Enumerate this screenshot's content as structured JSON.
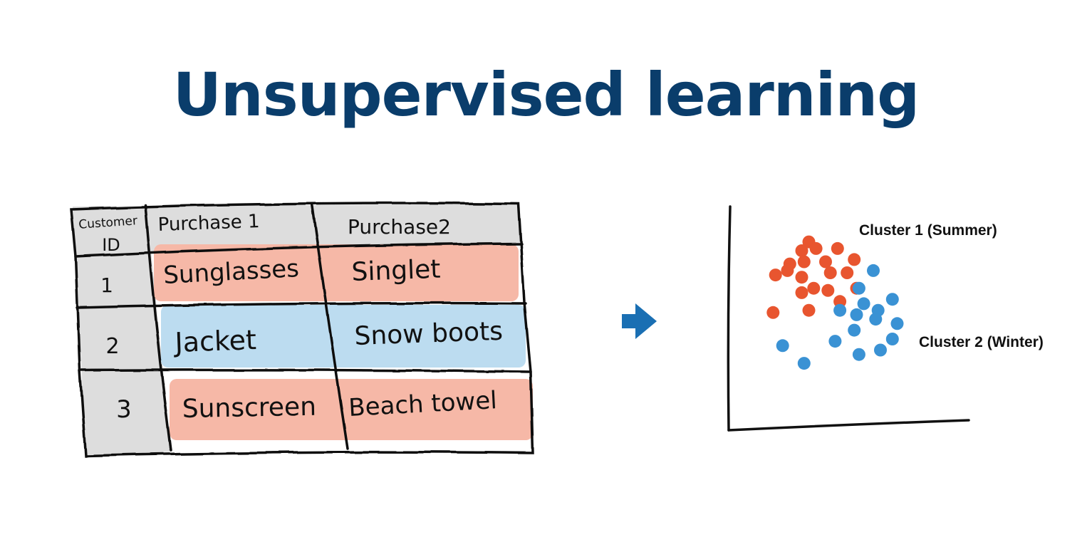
{
  "title": "Unsupervised learning",
  "colors": {
    "title": "#0a3d6b",
    "summer_fill": "#f6b8a7",
    "winter_fill": "#bcdcf0",
    "header_fill": "#dddddd",
    "summer_dot": "#e8552f",
    "winter_dot": "#3a92d4",
    "arrow": "#1a6fb3"
  },
  "table": {
    "headers": {
      "customer_id_line1": "Customer",
      "customer_id_line2": "ID",
      "purchase1": "Purchase 1",
      "purchase2": "Purchase2"
    },
    "rows": [
      {
        "id": "1",
        "purchase1": "Sunglasses",
        "purchase2": "Singlet",
        "season": "summer"
      },
      {
        "id": "2",
        "purchase1": "Jacket",
        "purchase2": "Snow boots",
        "season": "winter"
      },
      {
        "id": "3",
        "purchase1": "Sunscreen",
        "purchase2": "Beach towel",
        "season": "summer"
      }
    ]
  },
  "arrow_icon": "right-arrow-icon",
  "clusters": [
    {
      "label": "Cluster 1 (Summer)",
      "color": "#e8552f"
    },
    {
      "label": "Cluster 2 (Winter)",
      "color": "#3a92d4"
    }
  ],
  "chart_data": {
    "type": "scatter",
    "title": "",
    "xlabel": "",
    "ylabel": "",
    "grid": false,
    "series": [
      {
        "name": "Cluster 1 (Summer)",
        "color": "#e8552f",
        "points": [
          [
            0.33,
            0.84
          ],
          [
            0.3,
            0.8
          ],
          [
            0.36,
            0.81
          ],
          [
            0.45,
            0.81
          ],
          [
            0.25,
            0.74
          ],
          [
            0.31,
            0.75
          ],
          [
            0.4,
            0.75
          ],
          [
            0.52,
            0.76
          ],
          [
            0.19,
            0.69
          ],
          [
            0.24,
            0.71
          ],
          [
            0.3,
            0.68
          ],
          [
            0.42,
            0.7
          ],
          [
            0.49,
            0.7
          ],
          [
            0.3,
            0.61
          ],
          [
            0.35,
            0.63
          ],
          [
            0.41,
            0.62
          ],
          [
            0.46,
            0.57
          ],
          [
            0.53,
            0.63
          ],
          [
            0.18,
            0.52
          ],
          [
            0.33,
            0.53
          ]
        ]
      },
      {
        "name": "Cluster 2 (Winter)",
        "color": "#3a92d4",
        "points": [
          [
            0.54,
            0.63
          ],
          [
            0.6,
            0.71
          ],
          [
            0.56,
            0.56
          ],
          [
            0.62,
            0.53
          ],
          [
            0.68,
            0.58
          ],
          [
            0.46,
            0.53
          ],
          [
            0.53,
            0.51
          ],
          [
            0.61,
            0.49
          ],
          [
            0.7,
            0.47
          ],
          [
            0.44,
            0.39
          ],
          [
            0.52,
            0.44
          ],
          [
            0.68,
            0.4
          ],
          [
            0.63,
            0.35
          ],
          [
            0.54,
            0.33
          ],
          [
            0.22,
            0.37
          ],
          [
            0.31,
            0.29
          ]
        ]
      }
    ]
  }
}
